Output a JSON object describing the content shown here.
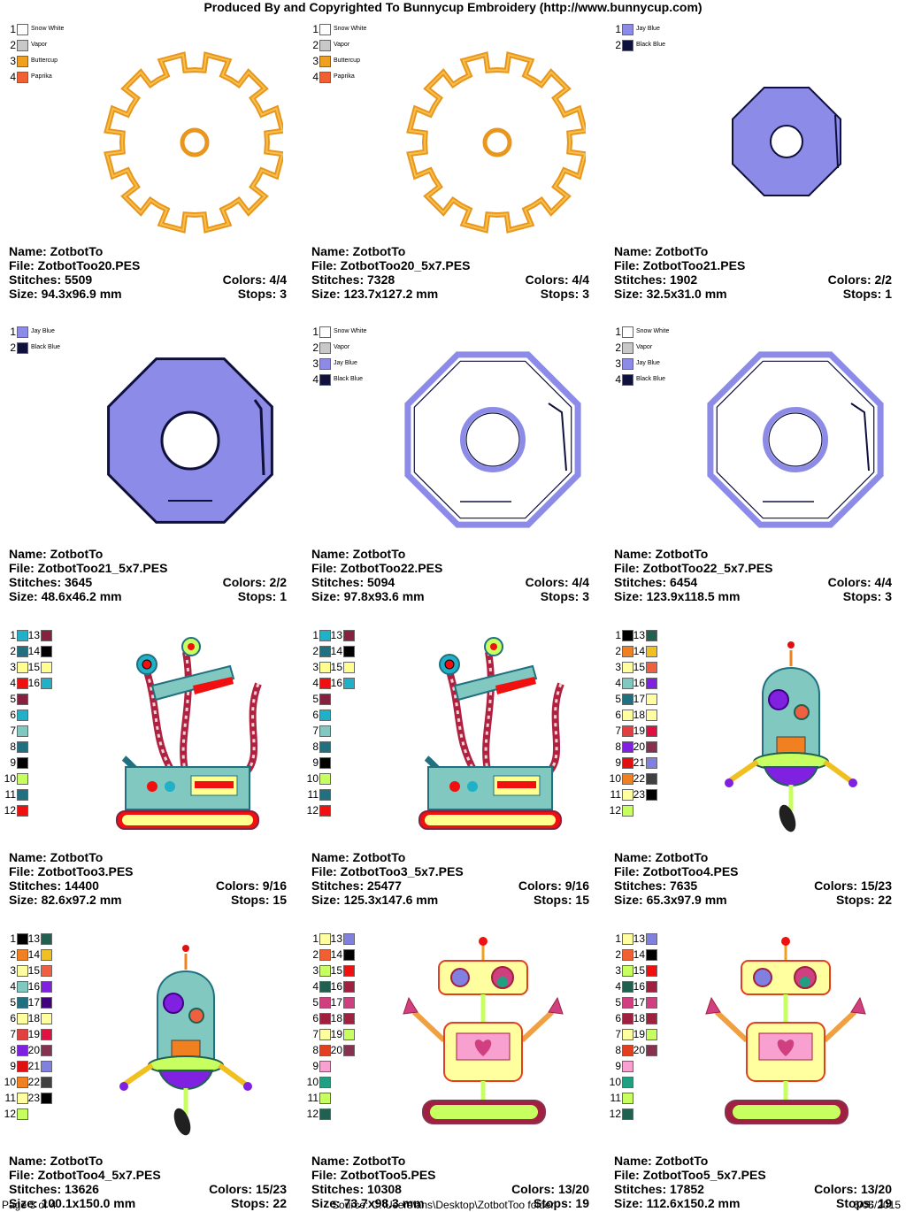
{
  "header": "Produced By and Copyrighted To Bunnycup Embroidery (http://www.bunnycup.com)",
  "footer": {
    "page": "Page 3 of 4",
    "source": "Source: C:\\Users\\ans\\Desktop\\ZotbotToo folder",
    "date": "6/05/2015"
  },
  "designs": [
    {
      "name": "Name: ZotbotTo",
      "file": "File: ZotbotToo20.PES",
      "stitches": "Stitches: 5509",
      "colors": "Colors: 4/4",
      "size": "Size: 94.3x96.9 mm",
      "stops": "Stops: 3",
      "art": "gear-outline",
      "palette": [
        {
          "n": "1",
          "c": "#ffffff",
          "name": "Snow White"
        },
        {
          "n": "2",
          "c": "#c8c8c8",
          "name": "Vapor"
        },
        {
          "n": "3",
          "c": "#f0a020",
          "name": "Buttercup"
        },
        {
          "n": "4",
          "c": "#f06030",
          "name": "Paprika"
        }
      ]
    },
    {
      "name": "Name: ZotbotTo",
      "file": "File: ZotbotToo20_5x7.PES",
      "stitches": "Stitches: 7328",
      "colors": "Colors: 4/4",
      "size": "Size: 123.7x127.2 mm",
      "stops": "Stops: 3",
      "art": "gear-outline",
      "palette": [
        {
          "n": "1",
          "c": "#ffffff",
          "name": "Snow White"
        },
        {
          "n": "2",
          "c": "#c8c8c8",
          "name": "Vapor"
        },
        {
          "n": "3",
          "c": "#f0a020",
          "name": "Buttercup"
        },
        {
          "n": "4",
          "c": "#f06030",
          "name": "Paprika"
        }
      ]
    },
    {
      "name": "Name: ZotbotTo",
      "file": "File: ZotbotToo21.PES",
      "stitches": "Stitches: 1902",
      "colors": "Colors: 2/2",
      "size": "Size: 32.5x31.0 mm",
      "stops": "Stops: 1",
      "art": "nut-small",
      "palette": [
        {
          "n": "1",
          "c": "#8c8ce8",
          "name": "Jay Blue"
        },
        {
          "n": "2",
          "c": "#10103c",
          "name": "Black Blue"
        }
      ]
    },
    {
      "name": "Name: ZotbotTo",
      "file": "File: ZotbotToo21_5x7.PES",
      "stitches": "Stitches: 3645",
      "colors": "Colors: 2/2",
      "size": "Size: 48.6x46.2 mm",
      "stops": "Stops: 1",
      "art": "nut-filled",
      "palette": [
        {
          "n": "1",
          "c": "#8c8ce8",
          "name": "Jay Blue"
        },
        {
          "n": "2",
          "c": "#10103c",
          "name": "Black Blue"
        }
      ]
    },
    {
      "name": "Name: ZotbotTo",
      "file": "File: ZotbotToo22.PES",
      "stitches": "Stitches: 5094",
      "colors": "Colors: 4/4",
      "size": "Size: 97.8x93.6 mm",
      "stops": "Stops: 3",
      "art": "nut-outline",
      "palette": [
        {
          "n": "1",
          "c": "#ffffff",
          "name": "Snow White"
        },
        {
          "n": "2",
          "c": "#c8c8c8",
          "name": "Vapor"
        },
        {
          "n": "3",
          "c": "#8c8ce8",
          "name": "Jay Blue"
        },
        {
          "n": "4",
          "c": "#10103c",
          "name": "Black Blue"
        }
      ]
    },
    {
      "name": "Name: ZotbotTo",
      "file": "File: ZotbotToo22_5x7.PES",
      "stitches": "Stitches: 6454",
      "colors": "Colors: 4/4",
      "size": "Size: 123.9x118.5 mm",
      "stops": "Stops: 3",
      "art": "nut-outline",
      "palette": [
        {
          "n": "1",
          "c": "#ffffff",
          "name": "Snow White"
        },
        {
          "n": "2",
          "c": "#c8c8c8",
          "name": "Vapor"
        },
        {
          "n": "3",
          "c": "#8c8ce8",
          "name": "Jay Blue"
        },
        {
          "n": "4",
          "c": "#10103c",
          "name": "Black Blue"
        }
      ]
    },
    {
      "name": "Name: ZotbotTo",
      "file": "File: ZotbotToo3.PES",
      "stitches": "Stitches: 14400",
      "colors": "Colors: 9/16",
      "size": "Size: 82.6x97.2 mm",
      "stops": "Stops: 15",
      "art": "robot-3",
      "palette": [
        {
          "n": "1",
          "c": "#20b0c8"
        },
        {
          "n": "2",
          "c": "#207080"
        },
        {
          "n": "3",
          "c": "#ffff90"
        },
        {
          "n": "4",
          "c": "#f01010"
        },
        {
          "n": "5",
          "c": "#882040"
        },
        {
          "n": "6",
          "c": "#20b0c8"
        },
        {
          "n": "7",
          "c": "#80c8c0"
        },
        {
          "n": "8",
          "c": "#207080"
        },
        {
          "n": "9",
          "c": "#000000"
        },
        {
          "n": "10",
          "c": "#c8ff60"
        },
        {
          "n": "11",
          "c": "#207080"
        },
        {
          "n": "12",
          "c": "#f01010"
        },
        {
          "n": "13",
          "c": "#882040"
        },
        {
          "n": "14",
          "c": "#000000"
        },
        {
          "n": "15",
          "c": "#ffff90"
        },
        {
          "n": "16",
          "c": "#20b0c8"
        }
      ]
    },
    {
      "name": "Name: ZotbotTo",
      "file": "File: ZotbotToo3_5x7.PES",
      "stitches": "Stitches: 25477",
      "colors": "Colors: 9/16",
      "size": "Size: 125.3x147.6 mm",
      "stops": "Stops: 15",
      "art": "robot-3",
      "palette": [
        {
          "n": "1",
          "c": "#20b0c8"
        },
        {
          "n": "2",
          "c": "#207080"
        },
        {
          "n": "3",
          "c": "#ffff90"
        },
        {
          "n": "4",
          "c": "#f01010"
        },
        {
          "n": "5",
          "c": "#882040"
        },
        {
          "n": "6",
          "c": "#20b0c8"
        },
        {
          "n": "7",
          "c": "#80c8c0"
        },
        {
          "n": "8",
          "c": "#207080"
        },
        {
          "n": "9",
          "c": "#000000"
        },
        {
          "n": "10",
          "c": "#c8ff60"
        },
        {
          "n": "11",
          "c": "#207080"
        },
        {
          "n": "12",
          "c": "#f01010"
        },
        {
          "n": "13",
          "c": "#882040"
        },
        {
          "n": "14",
          "c": "#000000"
        },
        {
          "n": "15",
          "c": "#ffff90"
        },
        {
          "n": "16",
          "c": "#20b0c8"
        }
      ]
    },
    {
      "name": "Name: ZotbotTo",
      "file": "File: ZotbotToo4.PES",
      "stitches": "Stitches: 7635",
      "colors": "Colors: 15/23",
      "size": "Size: 65.3x97.9 mm",
      "stops": "Stops: 22",
      "art": "robot-4",
      "palette": [
        {
          "n": "1",
          "c": "#000000"
        },
        {
          "n": "2",
          "c": "#f08020"
        },
        {
          "n": "3",
          "c": "#ffffa0"
        },
        {
          "n": "4",
          "c": "#80c8c0"
        },
        {
          "n": "5",
          "c": "#207080"
        },
        {
          "n": "6",
          "c": "#ffffa0"
        },
        {
          "n": "7",
          "c": "#e04040"
        },
        {
          "n": "8",
          "c": "#8020e0"
        },
        {
          "n": "9",
          "c": "#e01010"
        },
        {
          "n": "10",
          "c": "#f08020"
        },
        {
          "n": "11",
          "c": "#ffffa0"
        },
        {
          "n": "12",
          "c": "#c8ff60"
        },
        {
          "n": "13",
          "c": "#206050"
        },
        {
          "n": "14",
          "c": "#f0c020"
        },
        {
          "n": "15",
          "c": "#f06040"
        },
        {
          "n": "16",
          "c": "#8020e0"
        },
        {
          "n": "17",
          "c": "#ffffa0"
        },
        {
          "n": "18",
          "c": "#ffffa0"
        },
        {
          "n": "19",
          "c": "#e01040"
        },
        {
          "n": "20",
          "c": "#883050"
        },
        {
          "n": "21",
          "c": "#8080e0"
        },
        {
          "n": "22",
          "c": "#404040"
        },
        {
          "n": "23",
          "c": "#000000"
        }
      ]
    },
    {
      "name": "Name: ZotbotTo",
      "file": "File: ZotbotToo4_5x7.PES",
      "stitches": "Stitches: 13626",
      "colors": "Colors: 15/23",
      "size": "Size: 100.1x150.0 mm",
      "stops": "Stops: 22",
      "art": "robot-4",
      "palette": [
        {
          "n": "1",
          "c": "#000000"
        },
        {
          "n": "2",
          "c": "#f08020"
        },
        {
          "n": "3",
          "c": "#ffffa0"
        },
        {
          "n": "4",
          "c": "#80c8c0"
        },
        {
          "n": "5",
          "c": "#207080"
        },
        {
          "n": "6",
          "c": "#ffffa0"
        },
        {
          "n": "7",
          "c": "#e04040"
        },
        {
          "n": "8",
          "c": "#8020e0"
        },
        {
          "n": "9",
          "c": "#e01010"
        },
        {
          "n": "10",
          "c": "#f08020"
        },
        {
          "n": "11",
          "c": "#ffffa0"
        },
        {
          "n": "12",
          "c": "#c8ff60"
        },
        {
          "n": "13",
          "c": "#206050"
        },
        {
          "n": "14",
          "c": "#f0c020"
        },
        {
          "n": "15",
          "c": "#f06040"
        },
        {
          "n": "16",
          "c": "#8020e0"
        },
        {
          "n": "17",
          "c": "#400080"
        },
        {
          "n": "18",
          "c": "#ffffa0"
        },
        {
          "n": "19",
          "c": "#e01040"
        },
        {
          "n": "20",
          "c": "#883050"
        },
        {
          "n": "21",
          "c": "#8080e0"
        },
        {
          "n": "22",
          "c": "#404040"
        },
        {
          "n": "23",
          "c": "#000000"
        }
      ]
    },
    {
      "name": "Name: ZotbotTo",
      "file": "File: ZotbotToo5.PES",
      "stitches": "Stitches: 10308",
      "colors": "Colors: 13/20",
      "size": "Size: 73.7x98.3 mm",
      "stops": "Stops: 19",
      "art": "robot-5",
      "palette": [
        {
          "n": "1",
          "c": "#ffffa0"
        },
        {
          "n": "2",
          "c": "#f06030"
        },
        {
          "n": "3",
          "c": "#c8ff60"
        },
        {
          "n": "4",
          "c": "#206050"
        },
        {
          "n": "5",
          "c": "#d04080"
        },
        {
          "n": "6",
          "c": "#a02040"
        },
        {
          "n": "7",
          "c": "#ffffa0"
        },
        {
          "n": "8",
          "c": "#e04020"
        },
        {
          "n": "9",
          "c": "#f8a0d0"
        },
        {
          "n": "10",
          "c": "#20a080"
        },
        {
          "n": "11",
          "c": "#c8ff60"
        },
        {
          "n": "12",
          "c": "#206050"
        },
        {
          "n": "13",
          "c": "#8080e0"
        },
        {
          "n": "14",
          "c": "#000000"
        },
        {
          "n": "15",
          "c": "#f01010"
        },
        {
          "n": "16",
          "c": "#a02040"
        },
        {
          "n": "17",
          "c": "#d04080"
        },
        {
          "n": "18",
          "c": "#a02040"
        },
        {
          "n": "19",
          "c": "#c8ff60"
        },
        {
          "n": "20",
          "c": "#883050"
        }
      ]
    },
    {
      "name": "Name: ZotbotTo",
      "file": "File: ZotbotToo5_5x7.PES",
      "stitches": "Stitches: 17852",
      "colors": "Colors: 13/20",
      "size": "Size: 112.6x150.2 mm",
      "stops": "Stops: 19",
      "art": "robot-5",
      "palette": [
        {
          "n": "1",
          "c": "#ffffa0"
        },
        {
          "n": "2",
          "c": "#f06030"
        },
        {
          "n": "3",
          "c": "#c8ff60"
        },
        {
          "n": "4",
          "c": "#206050"
        },
        {
          "n": "5",
          "c": "#d04080"
        },
        {
          "n": "6",
          "c": "#a02040"
        },
        {
          "n": "7",
          "c": "#ffffa0"
        },
        {
          "n": "8",
          "c": "#e04020"
        },
        {
          "n": "9",
          "c": "#f8a0d0"
        },
        {
          "n": "10",
          "c": "#20a080"
        },
        {
          "n": "11",
          "c": "#c8ff60"
        },
        {
          "n": "12",
          "c": "#206050"
        },
        {
          "n": "13",
          "c": "#8080e0"
        },
        {
          "n": "14",
          "c": "#000000"
        },
        {
          "n": "15",
          "c": "#f01010"
        },
        {
          "n": "16",
          "c": "#a02040"
        },
        {
          "n": "17",
          "c": "#d04080"
        },
        {
          "n": "18",
          "c": "#a02040"
        },
        {
          "n": "19",
          "c": "#c8ff60"
        },
        {
          "n": "20",
          "c": "#883050"
        }
      ]
    }
  ]
}
